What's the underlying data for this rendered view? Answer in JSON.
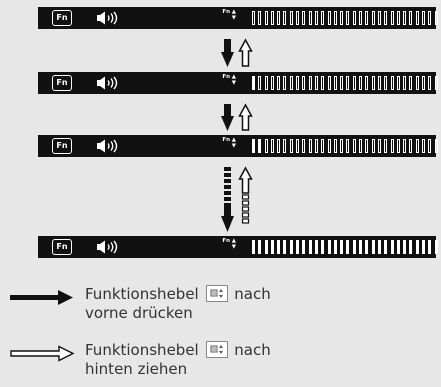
{
  "key_label": "Fn",
  "lever_label": "Fn",
  "total_segments": 33,
  "bars": [
    {
      "filled_segments": 0
    },
    {
      "filled_segments": 1
    },
    {
      "filled_segments": 2
    },
    {
      "filled_segments": 33
    }
  ],
  "legend": [
    {
      "line1_prefix": "Funktionshebel",
      "line1_suffix": "nach",
      "line2": "vorne drücken"
    },
    {
      "line1_prefix": "Funktionshebel",
      "line1_suffix": "nach",
      "line2": "hinten ziehen"
    }
  ],
  "colors": {
    "bar": "#111111",
    "segment": "#ffffff",
    "background": "#e7e7e7",
    "text": "#333333"
  }
}
